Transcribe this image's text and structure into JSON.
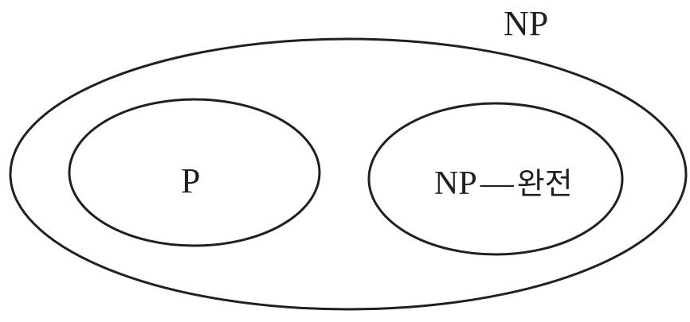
{
  "diagram": {
    "outer_set": {
      "label": "NP"
    },
    "left_set": {
      "label": "P"
    },
    "right_set": {
      "label_prefix": "NP",
      "label_dash": "—",
      "label_suffix": "완전"
    }
  }
}
